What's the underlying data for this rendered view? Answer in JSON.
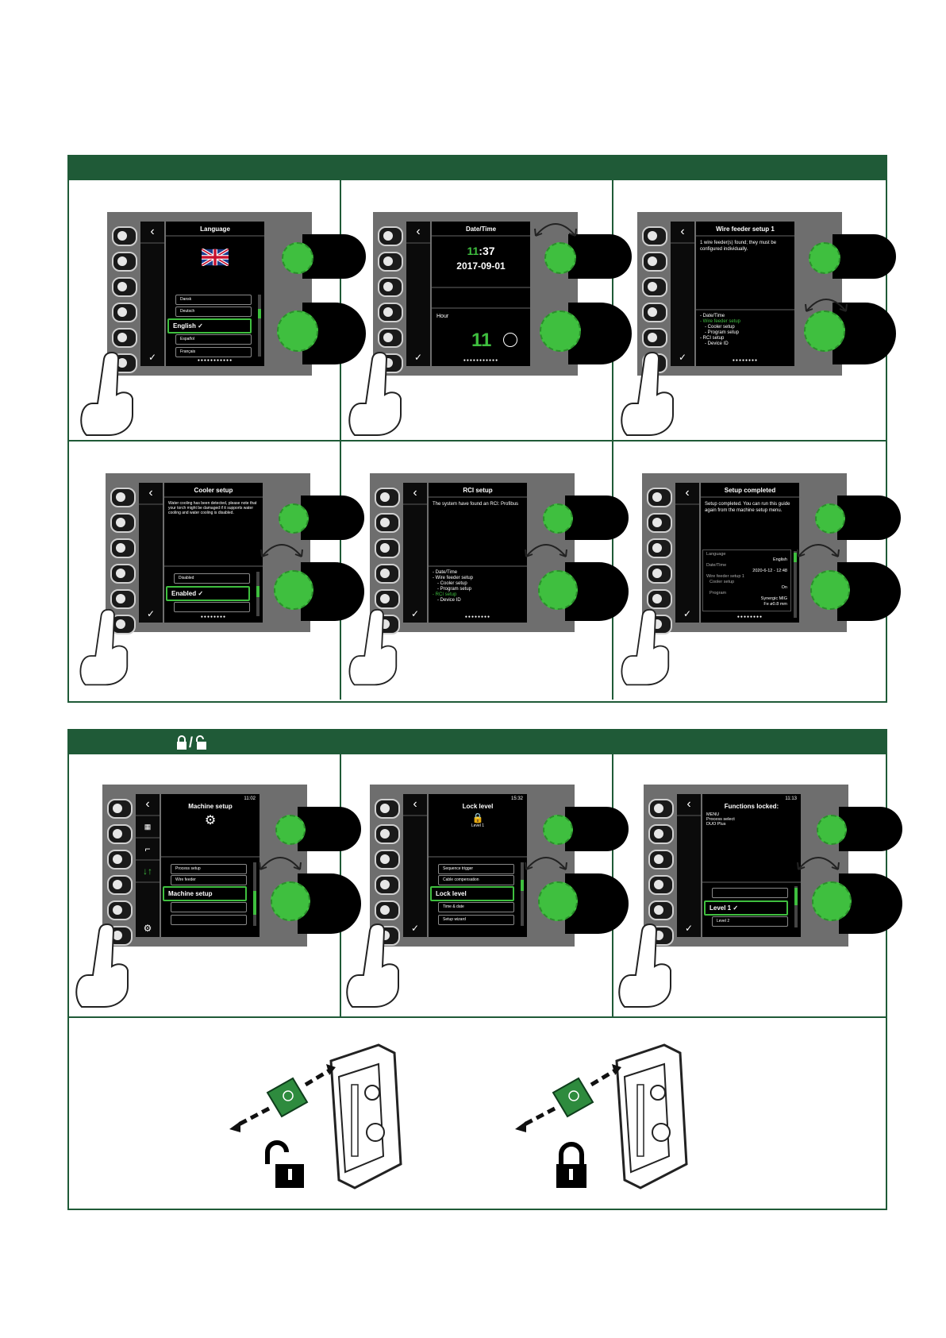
{
  "section1": {
    "panels": [
      {
        "title": "Language",
        "options": [
          "Dansk",
          "Deutsch",
          "English ✓",
          "Español",
          "Français"
        ],
        "selected_index": 2
      },
      {
        "title": "Date/Time",
        "time_hour": "11",
        "time_rest": ":37",
        "date": "2017-09-01",
        "field_label": "Hour",
        "field_value": "11"
      },
      {
        "title": "Wire feeder setup 1",
        "text": "1 wire feeder(s) found; they must be configured individually.",
        "steps": [
          "- Date/Time",
          "- Wire feeder setup",
          "- Cooler setup",
          "- Program setup",
          "- RCI setup",
          "- Device ID"
        ],
        "active_step": 1
      },
      {
        "title": "Cooler setup",
        "text": "Water cooling has been detected, please note that your torch might be damaged if it supports water cooling and water cooling is disabled.",
        "options": [
          "Disabled",
          "Enabled ✓"
        ],
        "selected_index": 1
      },
      {
        "title": "RCI setup",
        "text": "The system have found an RCI: Profibus",
        "steps": [
          "- Date/Time",
          "- Wire feeder setup",
          "- Cooler setup",
          "- Program setup",
          "- RCI setup",
          "- Device ID"
        ],
        "active_step": 4
      },
      {
        "title": "Setup completed",
        "text": "Setup completed. You can run this guide again from the machine setup menu.",
        "summary": [
          {
            "label": "Language",
            "value": "English"
          },
          {
            "label": "Date/Time",
            "value": "2020-6-12 - 12:48"
          },
          {
            "label": "Wire feeder setup 1",
            "value": ""
          },
          {
            "label": "Cooler setup",
            "value": "On"
          },
          {
            "label": "Program",
            "value": "Synergic MIG"
          },
          {
            "label": "",
            "value": "Fe ø0.8 mm"
          }
        ]
      }
    ]
  },
  "section2": {
    "header_icons": "🔒/🔓",
    "panels": [
      {
        "clock": "11:02",
        "title": "Machine setup",
        "options": [
          "Process setup",
          "Wire feeder",
          "Machine setup",
          "",
          ""
        ],
        "selected_index": 2
      },
      {
        "clock": "15:32",
        "title": "Lock level",
        "subtitle": "Level 1",
        "options": [
          "Sequence trigger",
          "Cable compensation",
          "Lock level",
          "Time & date",
          "Setup wizard"
        ],
        "selected_index": 2
      },
      {
        "clock": "11:13",
        "title": "Functions locked:",
        "locked": [
          "MENU",
          "Process select",
          "DUO Plus"
        ],
        "options": [
          "",
          "Level 1 ✓",
          "Level 2"
        ],
        "selected_index": 1
      }
    ]
  },
  "colors": {
    "brand_green": "#1f5a37",
    "screen_green": "#3fbf3f",
    "panel_gray": "#6e6e6e"
  }
}
